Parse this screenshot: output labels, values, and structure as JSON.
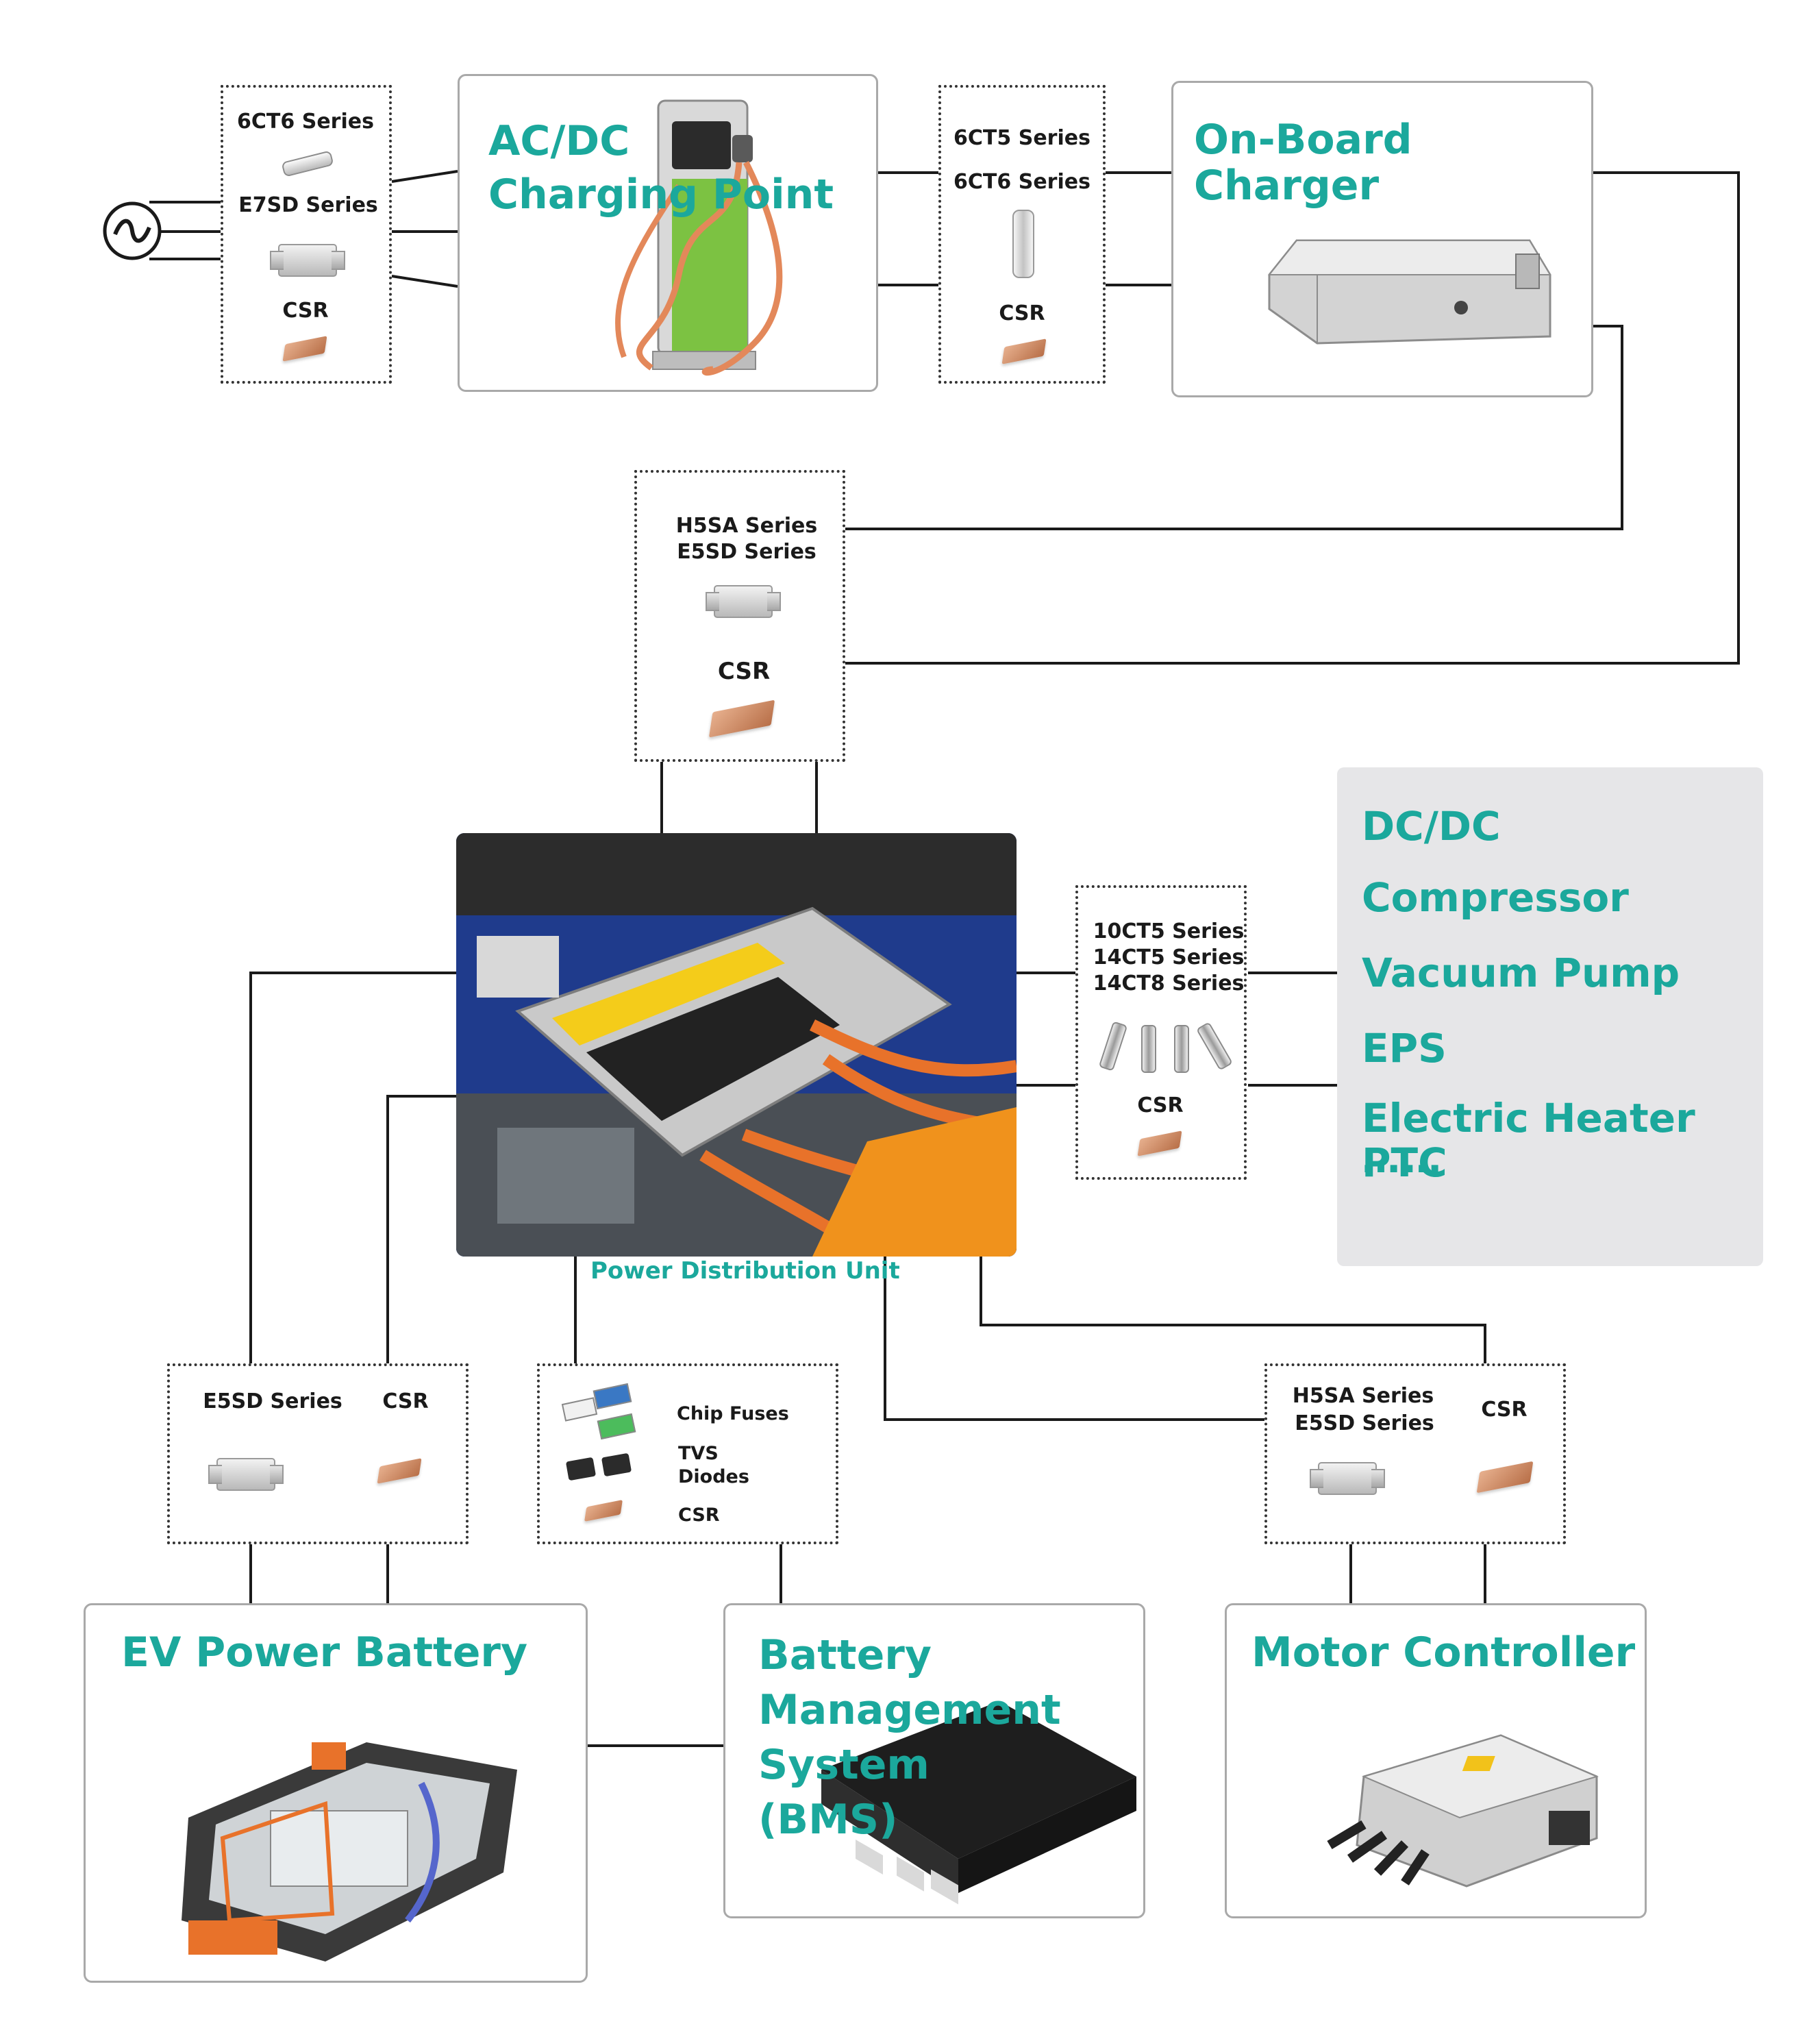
{
  "charging_point": {
    "title_line1": "AC/DC",
    "title_line2": "Charging Point"
  },
  "on_board_charger": {
    "title": "On-Board Charger"
  },
  "fuse_box_input": {
    "series1": "6CT6 Series",
    "series2": "E7SD Series",
    "csr": "CSR"
  },
  "fuse_box_charger": {
    "series1": "6CT5 Series",
    "series2": "6CT6 Series",
    "csr": "CSR"
  },
  "fuse_box_obc": {
    "series1": "H5SA Series",
    "series2": "E5SD Series",
    "csr": "CSR"
  },
  "pdu": {
    "caption": "Power Distribution Unit"
  },
  "fuse_box_aux": {
    "series1": "10CT5 Series",
    "series2": "14CT5 Series",
    "series3": "14CT8 Series",
    "csr": "CSR"
  },
  "aux_loads": {
    "items": [
      "DC/DC",
      "Compressor",
      "Vacuum Pump",
      "EPS",
      "Electric Heater PTC"
    ],
    "ellipsis": "……"
  },
  "fuse_box_battery": {
    "series": "E5SD Series",
    "csr": "CSR"
  },
  "fuse_box_bms": {
    "chip_fuses": "Chip Fuses",
    "tvs_line1": "TVS",
    "tvs_line2": "Diodes",
    "csr": "CSR"
  },
  "fuse_box_motor": {
    "series1": "H5SA Series",
    "series2": "E5SD Series",
    "csr": "CSR"
  },
  "ev_battery": {
    "title": "EV Power Battery"
  },
  "bms": {
    "title_line1": "Battery",
    "title_line2": "Management",
    "title_line3": "System",
    "title_line4": "(BMS)"
  },
  "motor_controller": {
    "title": "Motor Controller"
  },
  "colors": {
    "accent": "#1ba89c",
    "panel_gray": "#e6e6e8",
    "line": "#1a1a1a",
    "box_border": "#a9a9a9"
  },
  "icons": [
    "ac-source-icon",
    "cartridge-fuse-icon",
    "plate-fuse-icon",
    "csr-resistor-icon",
    "bolt-fuse-icon",
    "chip-fuse-icon",
    "tvs-diode-icon"
  ]
}
